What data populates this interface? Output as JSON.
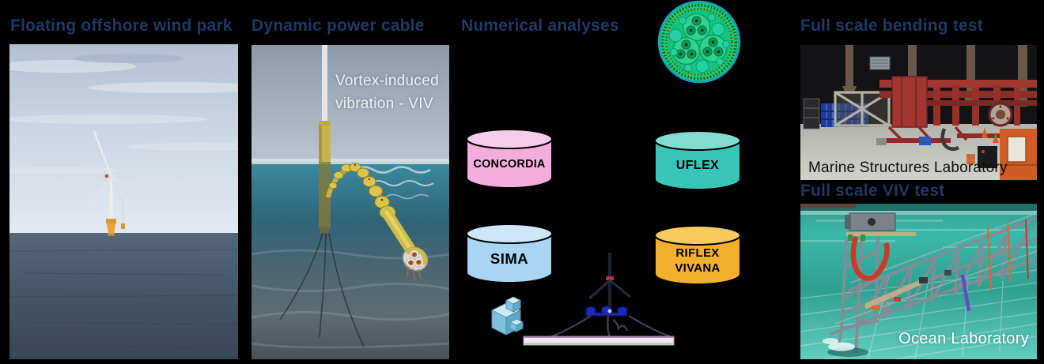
{
  "slide": {
    "background": "#000000",
    "title_color": "#1f3864"
  },
  "panels": {
    "wind_park": {
      "title": "Floating offshore wind park"
    },
    "power_cable": {
      "title": "Dynamic power cable",
      "overlay_line1": "Vortex-induced",
      "overlay_line2": "vibration - VIV"
    },
    "numerical": {
      "title": "Numerical analyses",
      "tools": {
        "concordia": {
          "label": "CONCORDIA",
          "color": "#f3aedd",
          "top_color": "#f8ccec"
        },
        "uflex": {
          "label": "UFLEX",
          "color": "#38c6b8",
          "top_color": "#82dcd2"
        },
        "sima": {
          "label": "SIMA",
          "color": "#a9d5f2",
          "top_color": "#cde7f9"
        },
        "riflex_vivana": {
          "label_line1": "RIFLEX",
          "label_line2": "VIVANA",
          "color": "#f3b02d",
          "top_color": "#f7ca60"
        }
      }
    },
    "bending_test": {
      "title": "Full scale bending test",
      "caption": "Marine Structures Laboratory"
    },
    "viv_test": {
      "title": "Full scale VIV test",
      "caption": "Ocean Laboratory"
    }
  },
  "icons": {
    "cross_section": "cable-cross-section-mesh",
    "voxel_cube": "fem-voxel-cube",
    "turbine_model": "floating-turbine-model"
  }
}
